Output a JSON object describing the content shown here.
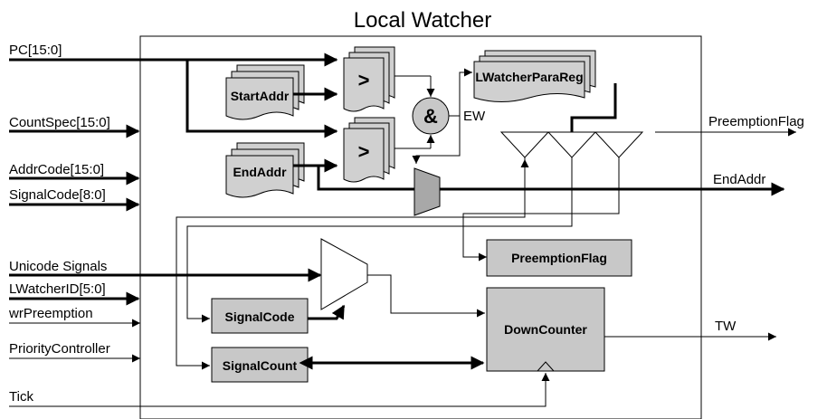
{
  "title": "Local Watcher",
  "inputs": {
    "pc": "PC[15:0]",
    "count_spec": "CountSpec[15:0]",
    "addr_code": "AddrCode[15:0]",
    "signal_code": "SignalCode[8:0]",
    "unicode_signals": "Unicode Signals",
    "lwatcher_id": "LWatcherID[5:0]",
    "wr_preemption": "wrPreemption",
    "priority_controller": "PriorityController",
    "tick": "Tick"
  },
  "blocks": {
    "start_addr": "StartAddr",
    "end_addr": "EndAddr",
    "comparator_op": ">",
    "and_op": "&",
    "lwatcher_para_reg": "LWatcherParaReg",
    "preemption_flag": "PreemptionFlag",
    "signal_code": "SignalCode",
    "signal_count": "SignalCount",
    "down_counter": "DownCounter"
  },
  "signals": {
    "ew": "EW"
  },
  "outputs": {
    "preemption_flag": "PreemptionFlag",
    "end_addr": "EndAddr",
    "tw": "TW"
  }
}
